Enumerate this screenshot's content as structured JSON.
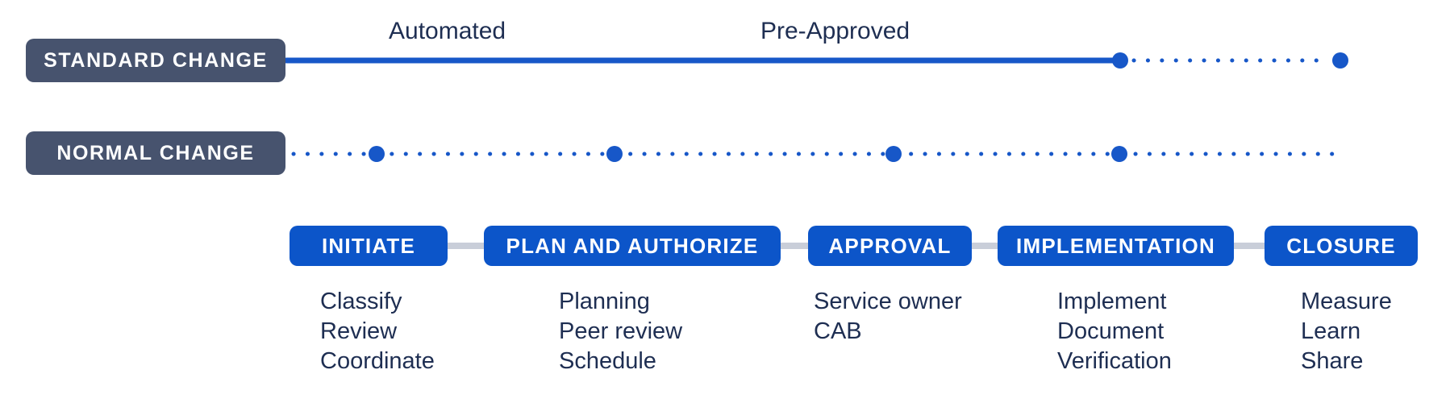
{
  "colors": {
    "box-blue": "#0C55C9",
    "line-blue": "#1757C8",
    "slate": "#47536E",
    "navy": "#1E2E52",
    "connector-gray": "#C9CED9",
    "background": "#FFFFFF"
  },
  "standard_row": {
    "label": "STANDARD CHANGE",
    "annotations": {
      "automated": "Automated",
      "pre_approved": "Pre-Approved"
    }
  },
  "normal_row": {
    "label": "NORMAL CHANGE"
  },
  "phases": [
    {
      "label": "INITIATE",
      "items": [
        "Classify",
        "Review",
        "Coordinate"
      ]
    },
    {
      "label": "PLAN AND AUTHORIZE",
      "items": [
        "Planning",
        "Peer review",
        "Schedule"
      ]
    },
    {
      "label": "APPROVAL",
      "items": [
        "Service owner",
        "CAB"
      ]
    },
    {
      "label": "IMPLEMENTATION",
      "items": [
        "Implement",
        "Document",
        "Verification"
      ]
    },
    {
      "label": "CLOSURE",
      "items": [
        "Measure",
        "Learn",
        "Share"
      ]
    }
  ]
}
